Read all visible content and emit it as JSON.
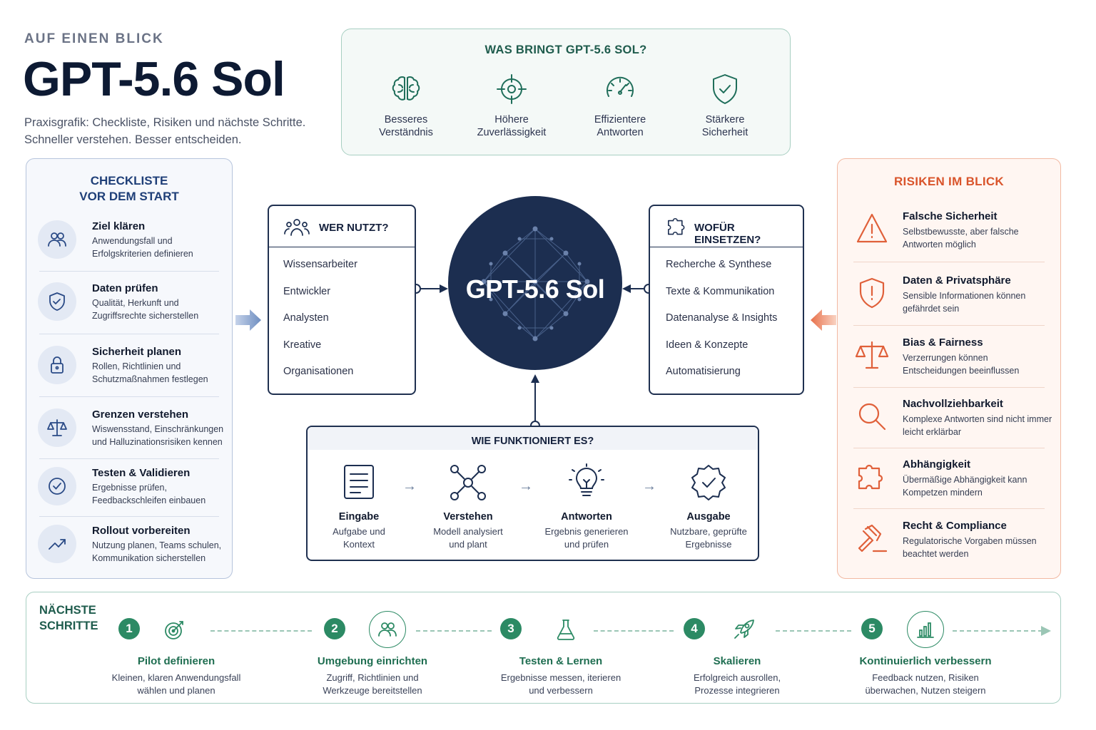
{
  "header": {
    "eyebrow": "AUF EINEN BLICK",
    "title": "GPT-5.6 Sol",
    "subtitle_line1": "Praxisgrafik: Checkliste, Risiken und nächste Schritte.",
    "subtitle_line2": "Schneller verstehen. Besser entscheiden."
  },
  "benefits": {
    "title": "WAS BRINGT GPT-5.6 SOL?",
    "items": [
      {
        "line1": "Besseres",
        "line2": "Verständnis",
        "icon": "brain-icon"
      },
      {
        "line1": "Höhere",
        "line2": "Zuverlässigkeit",
        "icon": "target-icon"
      },
      {
        "line1": "Effizientere",
        "line2": "Antworten",
        "icon": "speedometer-icon"
      },
      {
        "line1": "Stärkere",
        "line2": "Sicherheit",
        "icon": "shield-check-icon"
      }
    ]
  },
  "checklist": {
    "title_line1": "CHECKLISTE",
    "title_line2": "VOR DEM START",
    "items": [
      {
        "title": "Ziel klären",
        "desc": "Anwendungsfall und Erfolgskriterien definieren",
        "icon": "users-icon"
      },
      {
        "title": "Daten prüfen",
        "desc": "Qualität, Herkunft und Zugriffsrechte sicherstellen",
        "icon": "shield-check-icon"
      },
      {
        "title": "Sicherheit planen",
        "desc": "Rollen, Richtlinien und Schutzmaßnahmen festlegen",
        "icon": "lock-icon"
      },
      {
        "title": "Grenzen verstehen",
        "desc": "Wiswensstand, Einschränkungen und Halluzinationsrisiken kennen",
        "icon": "scale-icon"
      },
      {
        "title": "Testen & Validieren",
        "desc": "Ergebnisse prüfen, Feedbackschleifen einbauen",
        "icon": "check-circle-icon"
      },
      {
        "title": "Rollout vorbereiten",
        "desc": "Nutzung planen, Teams schulen, Kommunikation sicherstellen",
        "icon": "trend-up-icon"
      }
    ]
  },
  "who": {
    "title": "WER NUTZT?",
    "items": [
      "Wissensarbeiter",
      "Entwickler",
      "Analysten",
      "Kreative",
      "Organisationen"
    ]
  },
  "use": {
    "title": "WOFÜR EINSETZEN?",
    "items": [
      "Recherche & Synthese",
      "Texte & Kommunikation",
      "Datenanalyse & Insights",
      "Ideen & Konzepte",
      "Automatisierung"
    ]
  },
  "center": {
    "label": "GPT-5.6 Sol"
  },
  "how": {
    "title": "WIE FUNKTIONIERT ES?",
    "steps": [
      {
        "title": "Eingabe",
        "line1": "Aufgabe und",
        "line2": "Kontext",
        "icon": "document-icon"
      },
      {
        "title": "Verstehen",
        "line1": "Modell analysiert",
        "line2": "und plant",
        "icon": "network-icon"
      },
      {
        "title": "Antworten",
        "line1": "Ergebnis generieren",
        "line2": "und prüfen",
        "icon": "lightbulb-icon"
      },
      {
        "title": "Ausgabe",
        "line1": "Nutzbare, geprüfte",
        "line2": "Ergebnisse",
        "icon": "badge-check-icon"
      }
    ],
    "arrow": "→"
  },
  "risks": {
    "title": "RISIKEN IM BLICK",
    "items": [
      {
        "title": "Falsche Sicherheit",
        "desc": "Selbstbewusste, aber falsche Antworten möglich",
        "icon": "warning-icon"
      },
      {
        "title": "Daten & Privatsphäre",
        "desc": "Sensible Informationen können gefährdet sein",
        "icon": "shield-alert-icon"
      },
      {
        "title": "Bias & Fairness",
        "desc": "Verzerrungen können Entscheidungen beeinflussen",
        "icon": "scale-icon"
      },
      {
        "title": "Nachvollziehbarkeit",
        "desc": "Komplexe Antworten sind nicht immer leicht erklärbar",
        "icon": "magnifier-icon"
      },
      {
        "title": "Abhängigkeit",
        "desc": "Übermäßige Abhängigkeit kann Kompetzen mindern",
        "icon": "puzzle-icon"
      },
      {
        "title": "Recht & Compliance",
        "desc": "Regulatorische Vorgaben müssen beachtet werden",
        "icon": "gavel-icon"
      }
    ]
  },
  "next": {
    "title_line1": "NÄCHSTE",
    "title_line2": "SCHRITTE",
    "items": [
      {
        "num": "1",
        "title": "Pilot definieren",
        "line1": "Kleinen, klaren Anwendungsfall",
        "line2": "wählen und planen",
        "icon": "target-arrow-icon"
      },
      {
        "num": "2",
        "title": "Umgebung einrichten",
        "line1": "Zugriff, Richtlinien und",
        "line2": "Werkzeuge bereitstellen",
        "icon": "users-icon"
      },
      {
        "num": "3",
        "title": "Testen & Lernen",
        "line1": "Ergebnisse messen, iterieren",
        "line2": "und verbessern",
        "icon": "flask-icon"
      },
      {
        "num": "4",
        "title": "Skalieren",
        "line1": "Erfolgreich ausrollen,",
        "line2": "Prozesse integrieren",
        "icon": "rocket-icon"
      },
      {
        "num": "5",
        "title": "Kontinuierlich verbessern",
        "line1": "Feedback nutzen, Risiken",
        "line2": "überwachen, Nutzen steigern",
        "icon": "bar-chart-icon"
      }
    ]
  },
  "colors": {
    "navy": "#1c2e50",
    "teal": "#2c8a64",
    "orange": "#e0603a",
    "blue": "#1f3f78"
  }
}
